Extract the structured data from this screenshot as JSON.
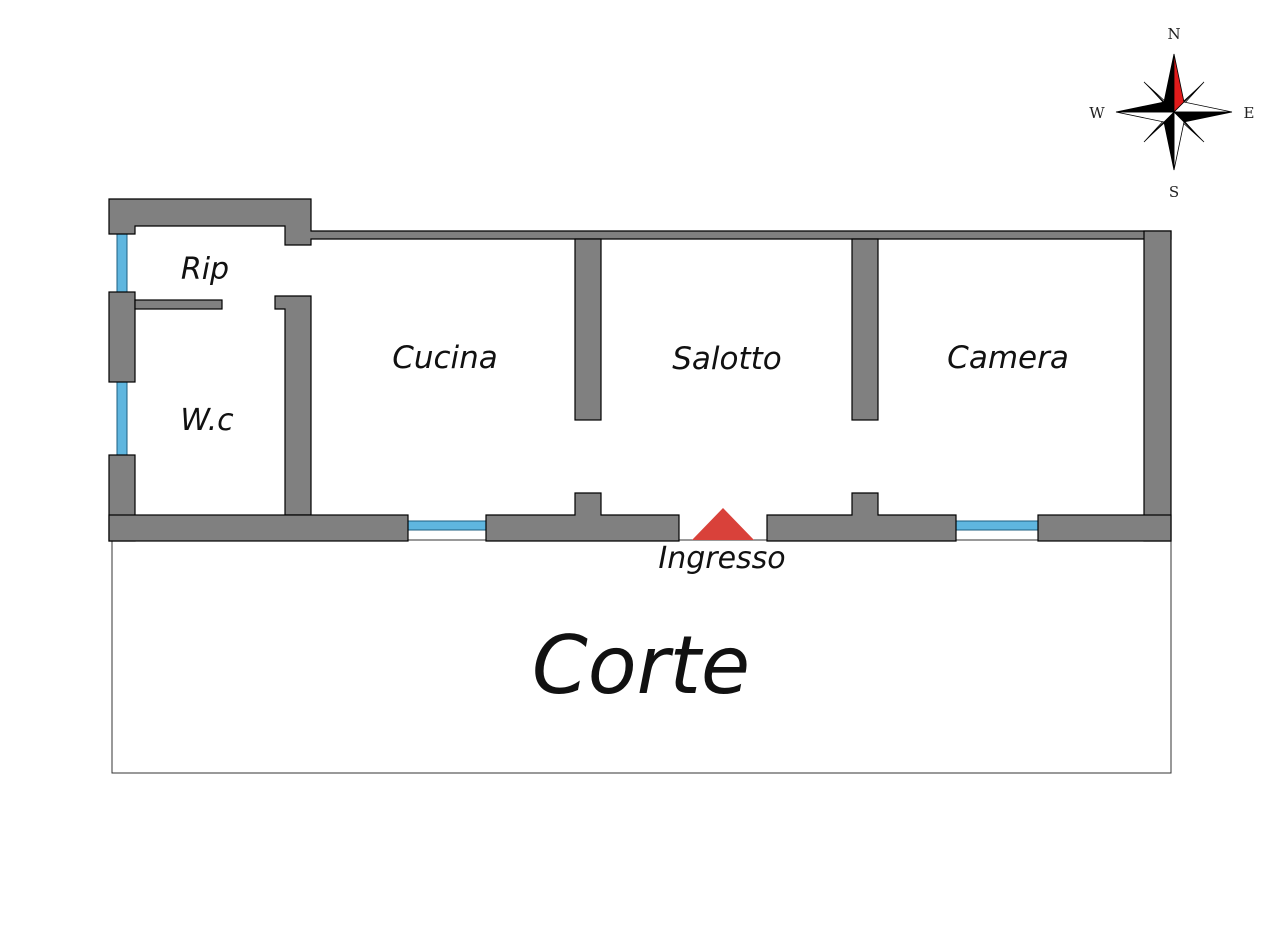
{
  "rooms": {
    "rip": "Rip",
    "wc": "W.c",
    "cucina": "Cucina",
    "salotto": "Salotto",
    "camera": "Camera",
    "ingresso": "Ingresso",
    "corte": "Corte"
  },
  "compass": {
    "north": "N",
    "south": "S",
    "east": "E",
    "west": "W"
  },
  "colors": {
    "wall": "#808080",
    "window": "#5fb6df",
    "entrance_marker": "#d9413a",
    "compass_north": "#e01b1b"
  }
}
